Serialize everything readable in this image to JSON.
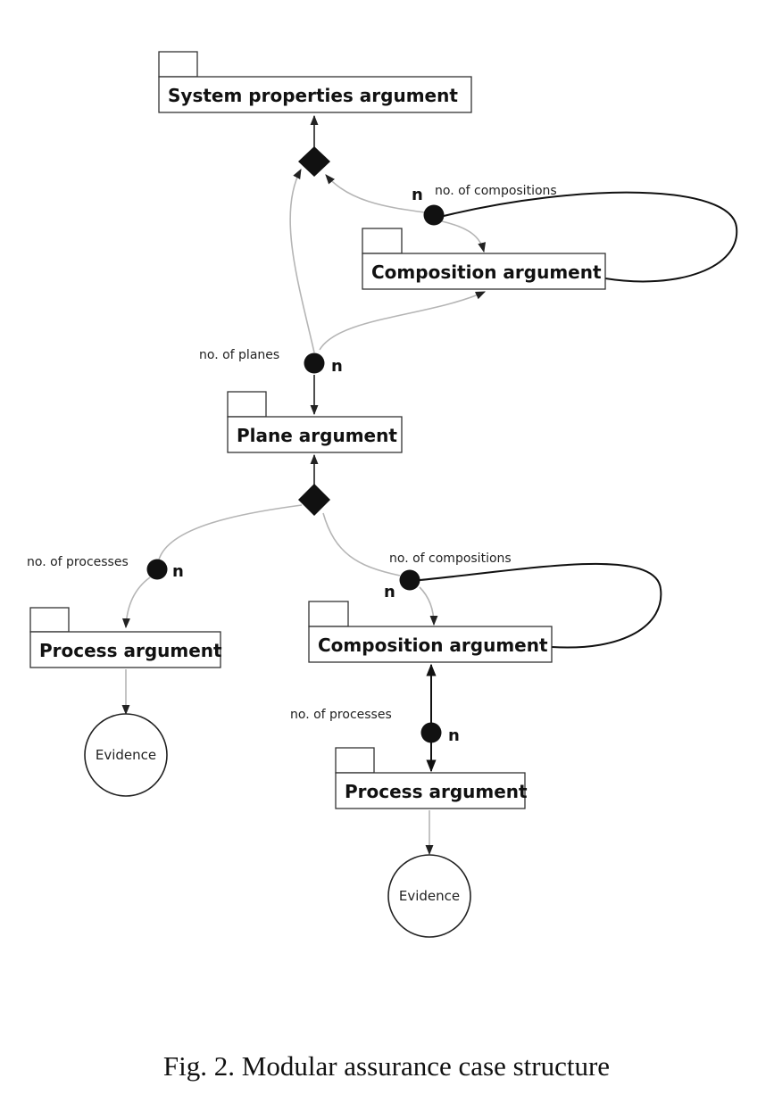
{
  "modules": {
    "system_properties": "System properties argument",
    "composition_top": "Composition argument",
    "plane": "Plane argument",
    "process_left": "Process argument",
    "composition_bottom": "Composition argument",
    "process_bottom": "Process argument"
  },
  "labels": {
    "compositions_top": "no. of compositions",
    "planes": "no. of planes",
    "processes_left": "no. of processes",
    "compositions_bottom": "no. of compositions",
    "processes_bottom": "no. of processes",
    "multiplicity": "n"
  },
  "evidence": {
    "left": "Evidence",
    "bottom": "Evidence"
  },
  "caption": "Fig. 2. Modular assurance case structure"
}
